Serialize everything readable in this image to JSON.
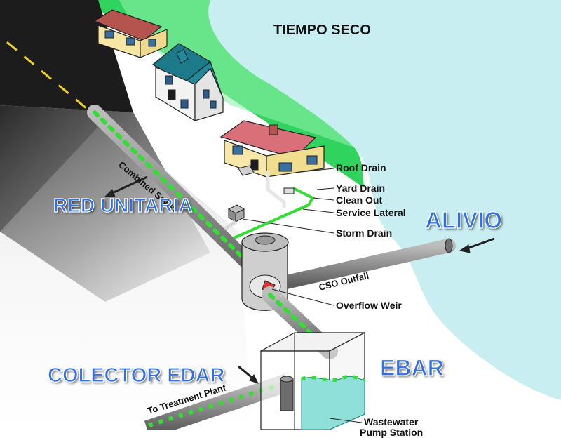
{
  "title": "TIEMPO SECO",
  "colors": {
    "water": "#c9eef2",
    "grass": "#2fd35e",
    "pipe": "#9a9a9a",
    "flow": "#33dd33",
    "label_blue": "#2f6fe8"
  },
  "labels": {
    "roof_drain": "Roof Drain",
    "yard_drain": "Yard Drain",
    "clean_out": "Clean Out",
    "service_lateral": "Service Lateral",
    "storm_drain": "Storm Drain",
    "cso_outfall": "CSO Outfall",
    "overflow_weir": "Overflow Weir",
    "to_treatment_plant": "To Treatment Plant",
    "wastewater": "Wastewater",
    "pump_station": "Pump Station",
    "combined_sewer": "Combined Sewer"
  },
  "callouts": {
    "red_unitaria": "RED UNITARIA",
    "alivio": "ALIVIO",
    "colector_edar": "COLECTOR EDAR",
    "ebar": "EBAR"
  }
}
